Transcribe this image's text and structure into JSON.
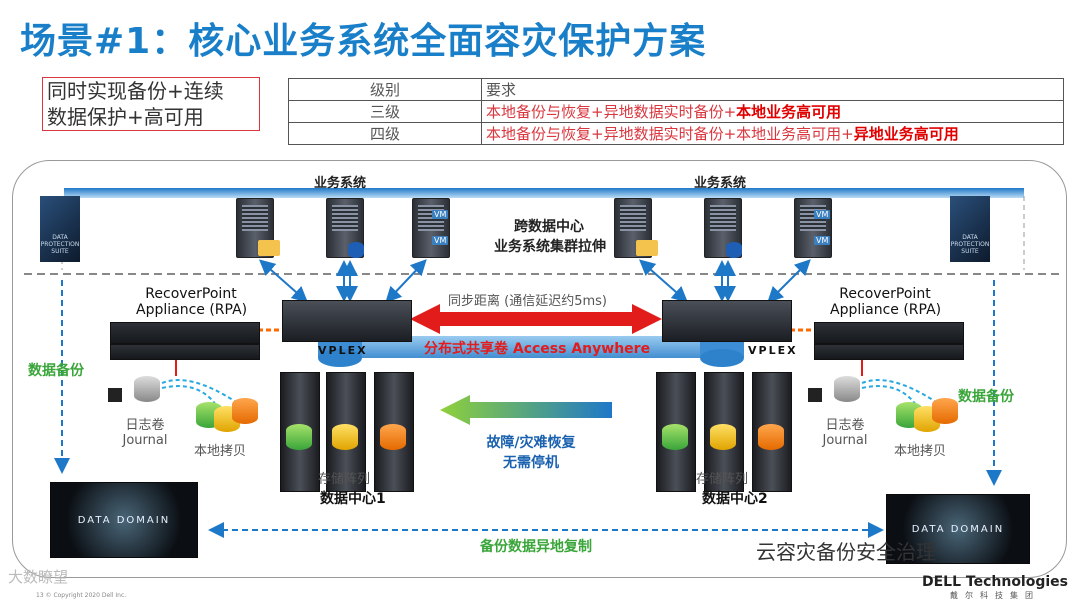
{
  "title": "场景#1：核心业务系统全面容灾保护方案",
  "feature_lines": [
    "同时实现备份+连续",
    "数据保护+高可用"
  ],
  "table": {
    "header": {
      "level": "级别",
      "req": "要求"
    },
    "rows": [
      {
        "level": "三级",
        "req_plain": "本地备份与恢复+异地数据实时备份+",
        "req_bold": "本地业务高可用"
      },
      {
        "level": "四级",
        "req_plain": "本地备份与恢复+异地数据实时备份+本地业务高可用+",
        "req_bold": "异地业务高可用"
      }
    ]
  },
  "diagram": {
    "business_system_left": "业务系统",
    "business_system_right": "业务系统",
    "cluster_line1": "跨数据中心",
    "cluster_line2": "业务系统集群拉伸",
    "sync_distance": "同步距离 (通信延迟约5ms)",
    "distributed_volume": "分布式共享卷 Access Anywhere",
    "vplex_left": "VPLEX",
    "vplex_right": "VPLEX",
    "rpa_left_line1": "RecoverPoint",
    "rpa_left_line2": "Appliance (RPA)",
    "rpa_right_line1": "RecoverPoint",
    "rpa_right_line2": "Appliance (RPA)",
    "data_backup_left": "数据备份",
    "data_backup_right": "数据备份",
    "journal_cn_left": "日志卷",
    "journal_en_left": "Journal",
    "journal_cn_right": "日志卷",
    "journal_en_right": "Journal",
    "local_copy_left": "本地拷贝",
    "local_copy_right": "本地拷贝",
    "storage_left": "存储阵列",
    "storage_right": "存储阵列",
    "dc1": "数据中心1",
    "dc2": "数据中心2",
    "failover_line1": "故障/灾难恢复",
    "failover_line2": "无需停机",
    "backup_replication": "备份数据异地复制",
    "data_domain_left": "DATA DOMAIN",
    "data_domain_right": "DATA DOMAIN",
    "dps_label": "DATA PROTECTION SUITE",
    "vm_badge": "VM"
  },
  "footer": {
    "watermark_right": "云容灾备份安全治理",
    "watermark_left": "大数瞭望",
    "dell_logo": "DELL Technologies",
    "dell_cn": "戴尔科技集团",
    "copyright": "13   © Copyright 2020 Dell Inc."
  },
  "colors": {
    "title_blue": "#1a7fc9",
    "accent_red": "#d9363e",
    "green": "#3aa53a",
    "blue_arrow": "#1e78c8"
  }
}
